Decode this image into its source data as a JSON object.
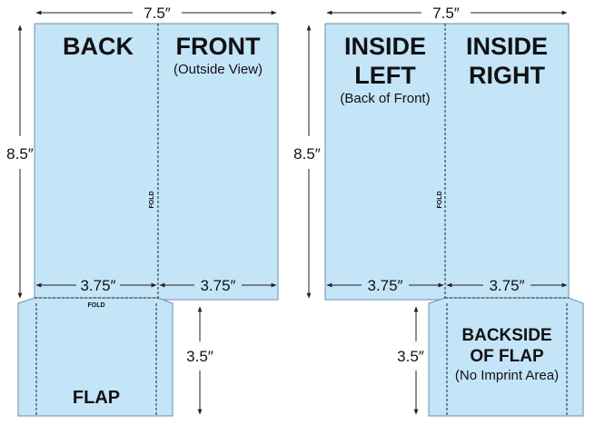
{
  "colors": {
    "panel_fill": "#c4e4f8",
    "panel_stroke": "#6a8fae",
    "line": "#222222"
  },
  "left_diagram": {
    "width_label": "7.5″",
    "height_label": "8.5″",
    "back_label": "BACK",
    "front_label": "FRONT",
    "front_sub": "(Outside View)",
    "fold_vertical": "FOLD",
    "fold_horizontal": "FOLD",
    "half_width_left": "3.75″",
    "half_width_right": "3.75″",
    "flap_height": "3.5″",
    "flap_label": "FLAP"
  },
  "right_diagram": {
    "width_label": "7.5″",
    "height_label": "8.5″",
    "inside_left_line1": "INSIDE",
    "inside_left_line2": "LEFT",
    "inside_left_sub": "(Back of Front)",
    "inside_right_line1": "INSIDE",
    "inside_right_line2": "RIGHT",
    "fold_vertical": "FOLD",
    "half_width_left": "3.75″",
    "half_width_right": "3.75″",
    "flap_height": "3.5″",
    "flap_line1": "BACKSIDE",
    "flap_line2": "OF FLAP",
    "flap_sub": "(No Imprint Area)"
  }
}
